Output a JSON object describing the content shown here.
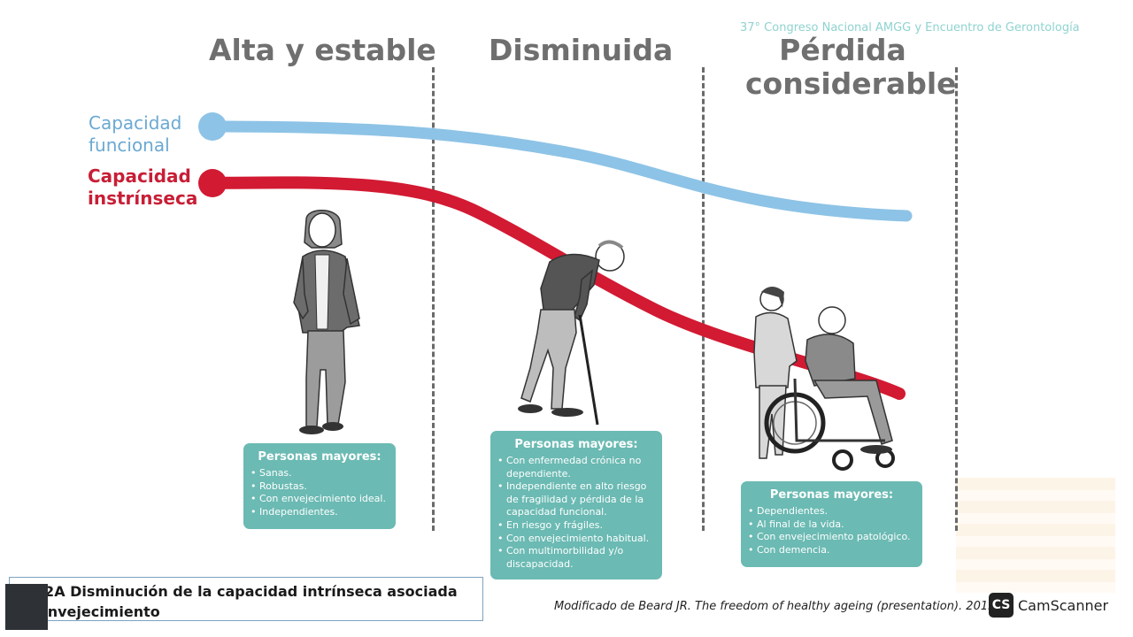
{
  "header": {
    "congress": "37° Congreso Nacional AMGG y Encuentro de Gerontología"
  },
  "phases": [
    {
      "title": "Alta y estable"
    },
    {
      "title": "Disminuida"
    },
    {
      "title_line1": "Pérdida",
      "title_line2": "considerable"
    }
  ],
  "legend": {
    "functional_line1": "Capacidad",
    "functional_line2": "funcional",
    "intrinsic_line1": "Capacidad",
    "intrinsic_line2": "instrínseca"
  },
  "colors": {
    "functional": "#8dc3e6",
    "intrinsic": "#d21a33",
    "box": "#6bbab3",
    "title": "#6f6f6f"
  },
  "boxes": [
    {
      "heading": "Personas mayores:",
      "items": [
        "Sanas.",
        "Robustas.",
        "Con envejecimiento ideal.",
        "Independientes."
      ]
    },
    {
      "heading": "Personas mayores:",
      "items": [
        "Con enfermedad crónica no dependiente.",
        "Independiente en alto riesgo de fragilidad y pérdida de la capacidad funcional.",
        "En riesgo y frágiles.",
        "Con envejecimiento habitual.",
        "Con multimorbilidad y/o discapacidad."
      ]
    },
    {
      "heading": "Personas mayores:",
      "items": [
        "Dependientes.",
        "Al final de la vida.",
        "Con envejecimiento patológico.",
        "Con demencia."
      ]
    }
  ],
  "footer": {
    "code_title": "MG2A Disminución de la capacidad intrínseca asociada al envejecimiento",
    "citation": "Modificado de Beard JR. The freedom of healthy ageing (presentation). 2015.",
    "scanner_logo": "CS",
    "scanner_name": "CamScanner"
  }
}
